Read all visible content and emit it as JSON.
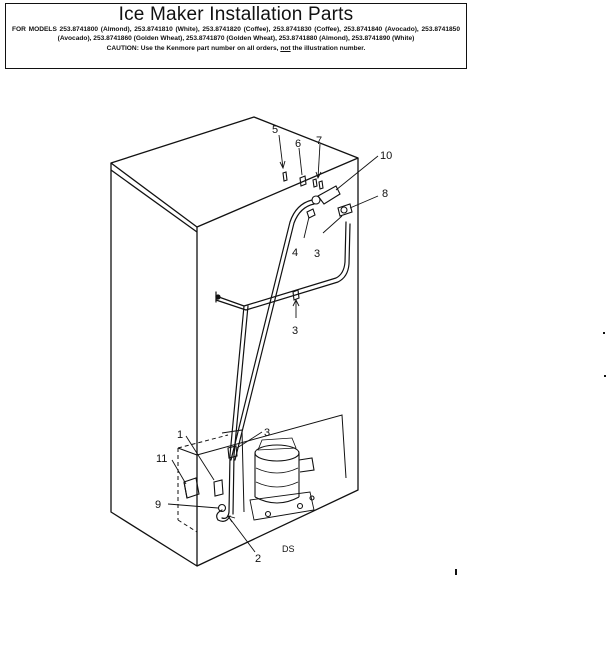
{
  "header": {
    "title": "Ice Maker Installation Parts",
    "models": "FOR MODELS 253.8741800 (Almond), 253.8741810 (White), 253.8741820 (Coffee), 253.8741830 (Coffee), 253.8741840 (Avocado), 253.8741850 (Avocado), 253.8741860 (Golden Wheat), 253.8741870 (Golden Wheat), 253.8741880 (Almond), 253.8741890 (White)",
    "caution_prefix": "CAUTION: Use the Kenmore part number on all orders, ",
    "caution_emphasis": "not",
    "caution_suffix": " the illustration number."
  },
  "diagram": {
    "callouts": {
      "c1": "1",
      "c2": "2",
      "c3a": "3",
      "c3b": "3",
      "c3c": "3",
      "c4": "4",
      "c5": "5",
      "c6": "6",
      "c7": "7",
      "c8": "8",
      "c9": "9",
      "c10": "10",
      "c11": "11"
    },
    "figure_code": "DS"
  }
}
